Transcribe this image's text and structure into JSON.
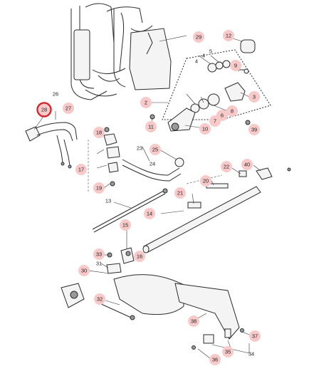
{
  "colors": {
    "callout_fill": "#f7c9c9",
    "highlight_ring": "#d7262b",
    "line": "#2b2b2b"
  },
  "callouts": {
    "p2": "2",
    "p3": "3",
    "p4a": "4",
    "p4b": "4",
    "p5": "5",
    "p6": "6",
    "p7": "7",
    "p8": "8",
    "p9": "9",
    "p10": "10",
    "p11": "11",
    "p12": "12",
    "p13": "13",
    "p14": "14",
    "p15": "15",
    "p16": "16",
    "p17": "17",
    "p18": "18",
    "p19": "19",
    "p20": "20",
    "p21": "21",
    "p22": "22",
    "p23": "23",
    "p24": "24",
    "p25": "25",
    "p26": "26",
    "p27": "27",
    "p28": "28",
    "p29": "29",
    "p30": "30",
    "p31": "31",
    "p32": "32",
    "p33": "33",
    "p34": "34",
    "p35": "35",
    "p36": "36",
    "p37": "37",
    "p38": "38",
    "p39": "39",
    "p40": "40"
  },
  "highlighted_part": "28"
}
